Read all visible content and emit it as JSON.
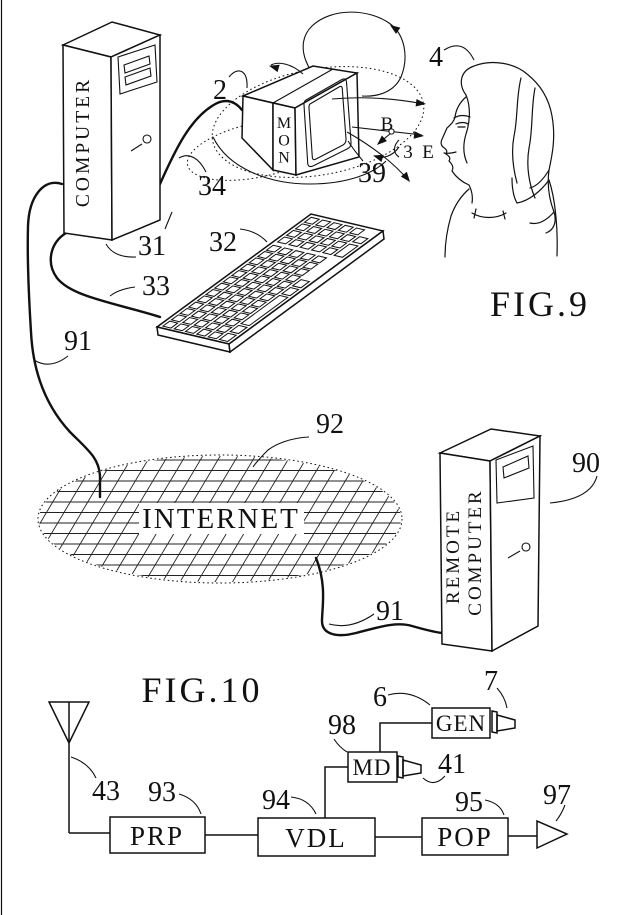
{
  "colors": {
    "ink": "#111111",
    "paper": "#ffffff"
  },
  "fig9": {
    "title": "FIG.9",
    "computer_label": "COMPUTER",
    "monitor_label": "MON",
    "internet_label": "INTERNET",
    "remote_label_1": "REMOTE",
    "remote_label_2": "COMPUTER",
    "refs": {
      "monitor": "2",
      "axis": "3",
      "user": "4",
      "computer": "31",
      "keyboard": "32",
      "keyboard_cable": "33",
      "monitor_cable": "34",
      "field": "39",
      "b_field": "B",
      "e_field": "E",
      "remote": "90",
      "cable_left": "91",
      "cable_right": "91",
      "internet": "92"
    }
  },
  "fig10": {
    "title": "FIG.10",
    "blocks": {
      "prp": "PRP",
      "vdl": "VDL",
      "pop": "POP",
      "md": "MD",
      "gen": "GEN"
    },
    "refs": {
      "antenna": "43",
      "prp": "93",
      "vdl": "94",
      "pop": "95",
      "output": "97",
      "md": "98",
      "gen": "6",
      "gen_horn": "7",
      "md_horn": "41"
    }
  }
}
